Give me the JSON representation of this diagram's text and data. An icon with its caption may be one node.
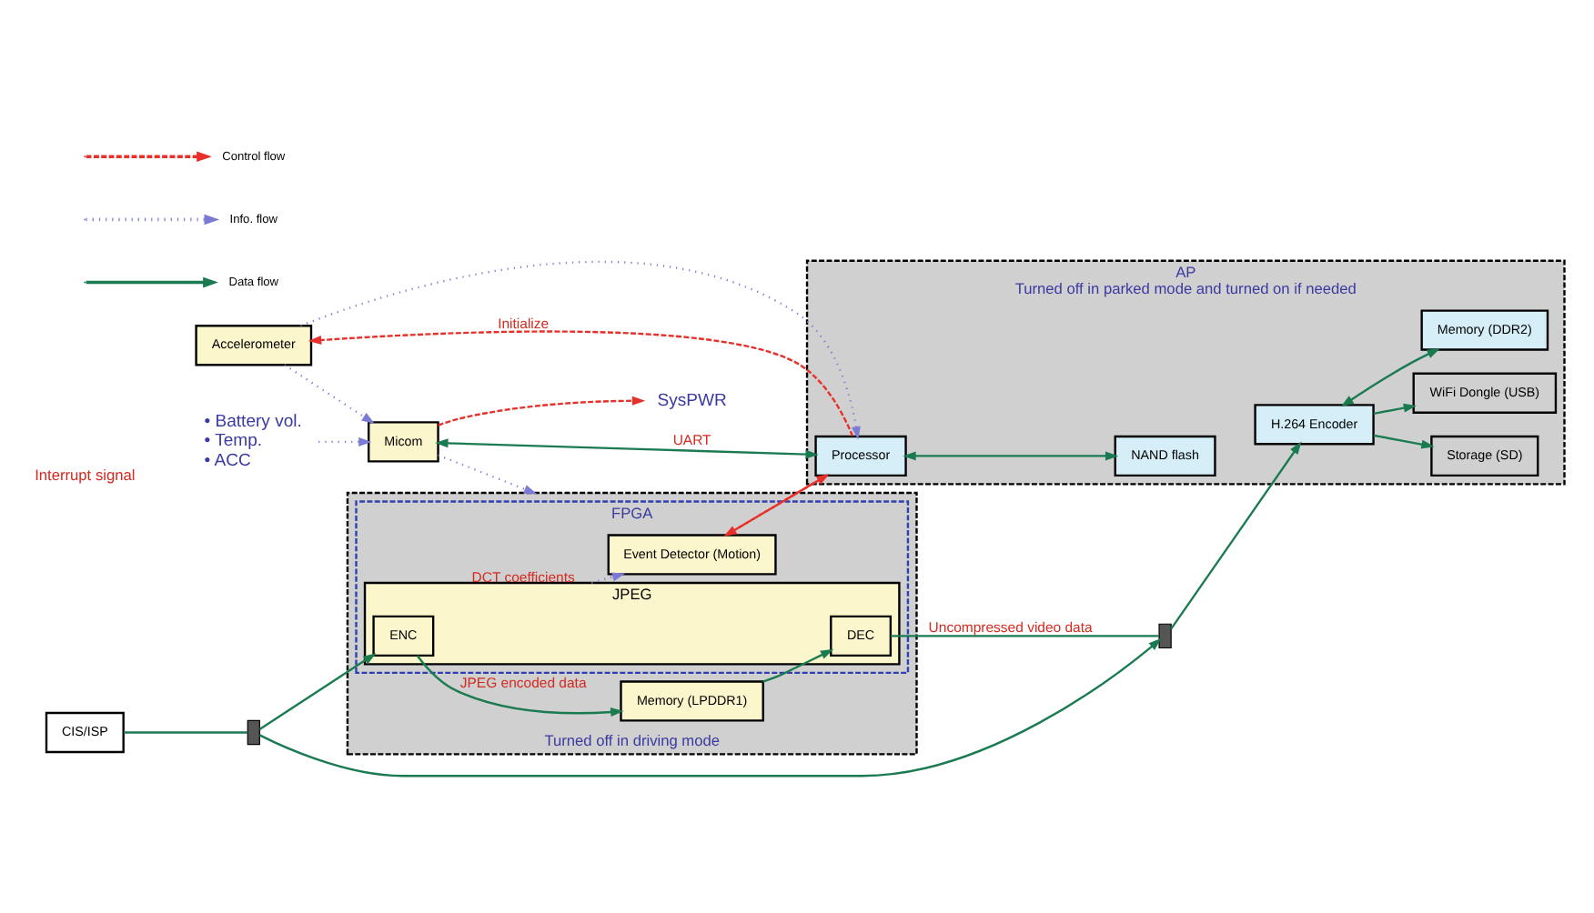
{
  "diagram": {
    "nodes": [
      {
        "text": [
          "• Battery vol.",
          "• Temp.",
          "• ACC"
        ]
      },
      {
        "text": [
          "Micom"
        ]
      },
      {
        "text": [
          "Accelerometer"
        ]
      },
      {
        "text": [
          "SysPWR"
        ]
      },
      {
        "text": [
          "Turned off in driving mode"
        ]
      },
      {
        "text": [
          "FPGA"
        ],
        "in": 4
      },
      {
        "text": [
          "Event Detector (Motion)"
        ],
        "in": 5
      },
      {
        "text": [
          "JPEG"
        ],
        "in": 5
      },
      {
        "text": [
          "ENC"
        ],
        "in": 7
      },
      {
        "text": [
          "DEC"
        ],
        "in": 7
      },
      {
        "text": [
          "Memory (LPDDR1)"
        ],
        "in": 4
      },
      {
        "text": [
          "CIS/ISP"
        ]
      },
      {
        "text": [],
        "shape": "box"
      },
      {
        "text": [],
        "shape": "box"
      },
      {
        "text": [
          "AP",
          "Turned off in parked mode and turned on if needed"
        ]
      },
      {
        "text": [
          "Processor"
        ],
        "in": 14
      },
      {
        "text": [
          "H.264 Encoder"
        ],
        "in": 14
      },
      {
        "text": [
          "NAND flash"
        ],
        "in": 14
      },
      {
        "text": [
          "Storage (SD)"
        ],
        "in": 14
      },
      {
        "text": [
          "WiFi Dongle (USB)"
        ],
        "in": 14
      },
      {
        "text": [
          "Memory (DDR2)"
        ],
        "in": 14
      }
    ],
    "edges": [
      {
        "from": 0,
        "to": 1,
        "arrow": "to",
        "style": "dashed",
        "color": "#7b7bd6"
      },
      {
        "from": 1,
        "to": 3,
        "arrow": "to",
        "style": "dashed",
        "color": "#e8302a"
      },
      {
        "from": 1,
        "to": 4,
        "arrow": "to",
        "style": "dashed",
        "color": "#7b7bd6"
      },
      {
        "from": 2,
        "to": 1,
        "arrow": "to",
        "style": "dashed",
        "color": "#7b7bd6"
      },
      {
        "from": 15,
        "to": 2,
        "arrow": "to",
        "label": "Initialize",
        "style": "dashed",
        "color": "#e8302a"
      },
      {
        "from": 2,
        "to": 15,
        "arrow": "to",
        "style": "dashed",
        "color": "#7b7bd6"
      },
      {
        "from": 1,
        "to": 15,
        "arrow": "both",
        "label": "UART"
      },
      {
        "from": 6,
        "to": 15,
        "arrow": "to",
        "style": "dashed",
        "color": "#e8302a"
      },
      {
        "from": 15,
        "to": 6,
        "arrow": "to",
        "style": "dashed",
        "color": "#e8302a"
      },
      {
        "from": 7,
        "to": 6,
        "arrow": "to",
        "label": "DCT coefficients",
        "style": "dashed",
        "color": "#7b7bd6"
      },
      {
        "from": 11,
        "to": 12,
        "arrow": "none"
      },
      {
        "from": 12,
        "to": 13,
        "arrow": "to"
      },
      {
        "from": 12,
        "to": 8,
        "arrow": "to"
      },
      {
        "from": 9,
        "to": 13,
        "arrow": "none",
        "label": "Uncompressed video data"
      },
      {
        "from": 13,
        "to": 16,
        "arrow": "to"
      },
      {
        "from": 8,
        "to": 10,
        "arrow": "to",
        "label": "JPEG encoded data"
      },
      {
        "from": 10,
        "to": 9,
        "arrow": "to"
      },
      {
        "from": 15,
        "to": 17,
        "arrow": "both"
      },
      {
        "from": 16,
        "to": 18,
        "arrow": "to"
      },
      {
        "from": 16,
        "to": 19,
        "arrow": "to"
      },
      {
        "from": 16,
        "to": 20,
        "arrow": "both"
      }
    ],
    "labels": [
      "Interrupt signal"
    ],
    "legend": [
      {
        "text": "Control flow"
      },
      {
        "text": "Info. flow"
      },
      {
        "text": "Data flow"
      }
    ]
  }
}
